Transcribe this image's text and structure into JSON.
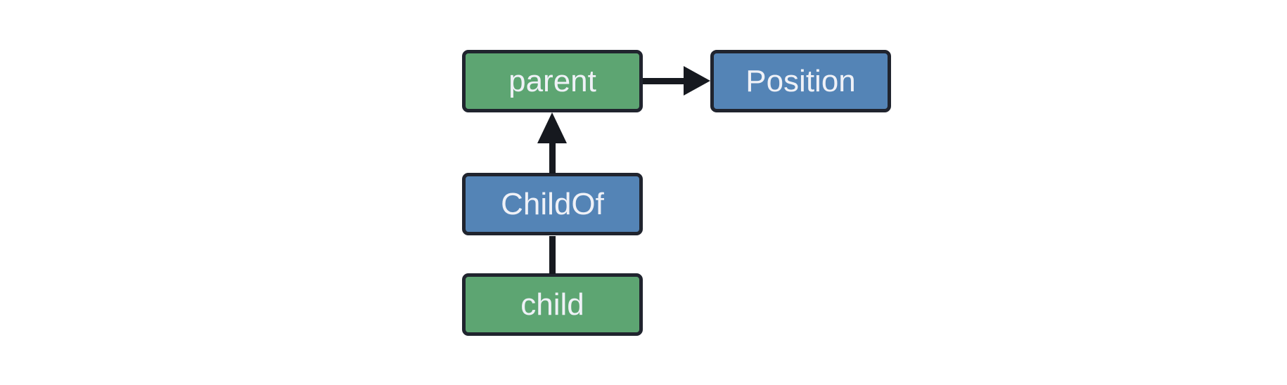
{
  "diagram": {
    "background": "#ffffff",
    "nodes": [
      {
        "id": "parent",
        "label": "parent",
        "kind": "entity",
        "fill": "#5da572",
        "border": "#20242e",
        "text_color": "#eff1f7"
      },
      {
        "id": "position",
        "label": "Position",
        "kind": "component",
        "fill": "#5484b6",
        "border": "#20242e",
        "text_color": "#eff1f7"
      },
      {
        "id": "childof",
        "label": "ChildOf",
        "kind": "relationship",
        "fill": "#5484b6",
        "border": "#20242e",
        "text_color": "#eff1f7"
      },
      {
        "id": "child",
        "label": "child",
        "kind": "entity",
        "fill": "#5da572",
        "border": "#20242e",
        "text_color": "#eff1f7"
      }
    ],
    "edges": [
      {
        "from": "parent",
        "to": "Position",
        "style": "arrow",
        "direction": "right"
      },
      {
        "from": "ChildOf",
        "to": "parent",
        "style": "arrow",
        "direction": "up"
      },
      {
        "from": "child",
        "to": "ChildOf",
        "style": "plain-line",
        "direction": "up"
      }
    ],
    "edge_color": "#16191f"
  }
}
